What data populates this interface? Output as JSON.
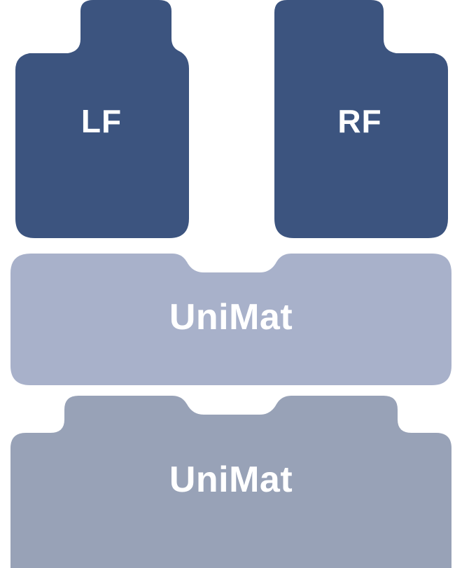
{
  "colors": {
    "background": "#ffffff",
    "front_mat_fill": "#3c547f",
    "middle_mat_fill": "#a8b1ca",
    "rear_mat_fill": "#98a2b7",
    "label_color": "#ffffff"
  },
  "mats": {
    "left_front": {
      "label": "LF"
    },
    "right_front": {
      "label": "RF"
    },
    "middle_universal": {
      "label": "UniMat"
    },
    "rear_universal": {
      "label": "UniMat"
    }
  }
}
